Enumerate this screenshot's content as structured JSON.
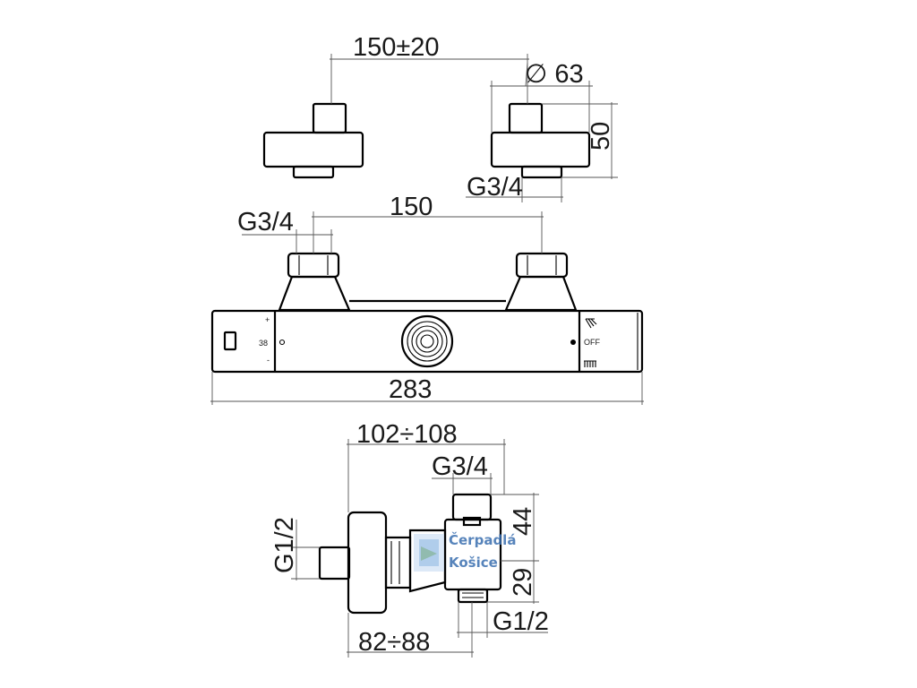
{
  "top_view": {
    "spacing_label": "150±20",
    "diameter_label": "∅ 63",
    "height_label": "50",
    "thread_label": "G3/4"
  },
  "front_view": {
    "thread_label": "G3/4",
    "spacing_label": "150",
    "length_label": "283",
    "temp_label": "38",
    "plus_label": "+",
    "minus_label": "-",
    "off_label": "OFF"
  },
  "side_view": {
    "depth_label": "102÷108",
    "top_thread_label": "G3/4",
    "left_thread_label": "G1/2",
    "upper_height_label": "44",
    "lower_height_label": "29",
    "bottom_thread_label": "G1/2",
    "base_label": "82÷88"
  },
  "watermark": {
    "line1": "Čerpadlá",
    "line2": "Košice",
    "color": "#3a6fb0"
  }
}
